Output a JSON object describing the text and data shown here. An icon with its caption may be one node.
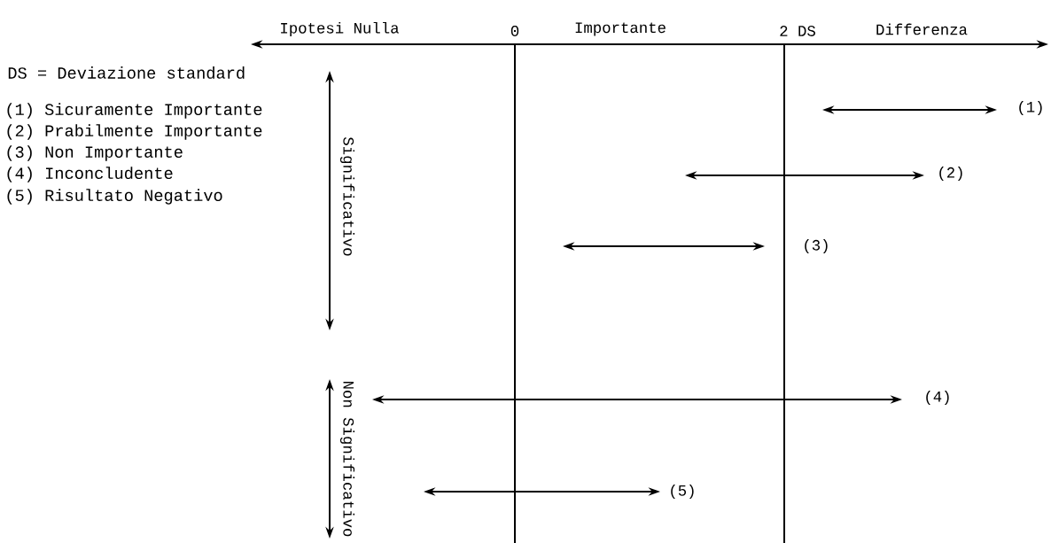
{
  "diagram": {
    "labels": [
      "Ipotesi Nulla",
      "0",
      "Importante",
      "2 DS",
      "Differenza",
      "DS = Deviazione standard",
      "(1) Sicuramente Importante",
      "(2) Prabilmente Importante",
      "(3) Non Importante",
      "(4) Inconcludente",
      "(5) Risultato Negativo",
      "Significativo",
      "(1)",
      "(2)",
      "(3)",
      "Non Significativo",
      "(4)",
      "(5)"
    ]
  }
}
